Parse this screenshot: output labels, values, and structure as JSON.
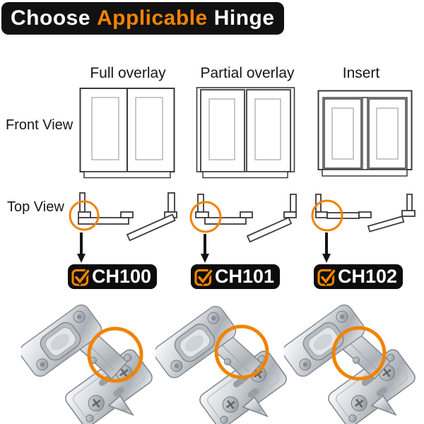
{
  "title": {
    "prefix": "Choose",
    "highlight": "Applicable",
    "suffix": "Hinge"
  },
  "row_labels": {
    "front_view": "Front View",
    "top_view": "Top View"
  },
  "columns": [
    {
      "header": "Full overlay",
      "model": "CH100",
      "overlay_type": "full-overlay"
    },
    {
      "header": "Partial overlay",
      "model": "CH101",
      "overlay_type": "partial-overlay"
    },
    {
      "header": "Insert",
      "model": "CH102",
      "overlay_type": "insert"
    }
  ],
  "colors": {
    "accent_orange": "#F08300",
    "title_bar_bg": "#111111",
    "pill_bg": "#0C0C0C",
    "diagram_line": "#3A3A3A",
    "panel_line": "#B5B5B5"
  },
  "icons": {
    "checkbox": "checked-checkbox-icon",
    "arrow": "down-arrow-icon",
    "highlight": "orange-highlight-circle"
  }
}
